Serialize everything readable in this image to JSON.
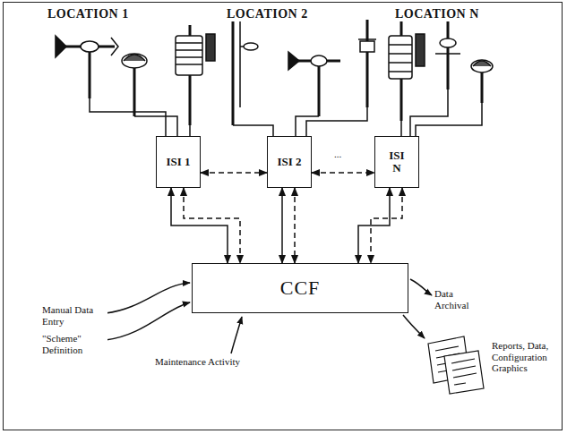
{
  "diagram": {
    "nodes": [
      {
        "text": [
          "ISI 1"
        ]
      },
      {
        "text": [
          "ISI 2"
        ]
      },
      {
        "text": [
          "ISI N"
        ]
      },
      {
        "text": [
          "CCF"
        ]
      }
    ],
    "edges": [
      {
        "from": 0,
        "to": 3,
        "arrow": "both"
      },
      {
        "from": 1,
        "to": 3,
        "arrow": "both"
      },
      {
        "from": 2,
        "to": 3,
        "arrow": "both"
      },
      {
        "from": 0,
        "to": 1,
        "arrow": "both"
      },
      {
        "from": 1,
        "to": 2,
        "arrow": "both"
      }
    ],
    "labels": [
      "LOCATION 1",
      "LOCATION 2",
      "LOCATION N",
      "...",
      "Manual Data Entry",
      "\"Scheme\" Definition",
      "Maintenance Activity",
      "Data Archival",
      "Reports, Data, Configuration Graphics"
    ]
  }
}
